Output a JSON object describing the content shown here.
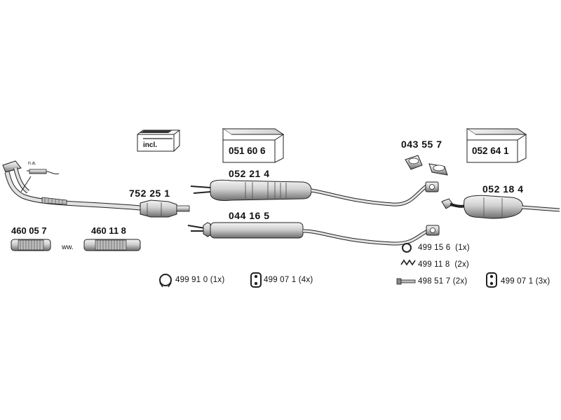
{
  "parts": {
    "front_pipe": {
      "note": "n.a."
    },
    "clamp_kit": {
      "label": "incl."
    },
    "catalytic": {
      "number": "752 25 1"
    },
    "flex_a": {
      "number": "460 05 7"
    },
    "flex_b": {
      "number": "460 11 8"
    },
    "ww": "ww.",
    "box_middle": {
      "number": "051 60 6"
    },
    "middle_silencer": {
      "number": "052 21 4"
    },
    "middle_pipe_alt": {
      "number": "044 16 5"
    },
    "connector": {
      "number": "043 55 7"
    },
    "box_rear": {
      "number": "052 64 1"
    },
    "rear_silencer": {
      "number": "052 18 4"
    }
  },
  "hardware": [
    {
      "number": "499 91 0",
      "qty": "(1x)",
      "icon": "clamp-ring-icon"
    },
    {
      "number": "499 07 1",
      "qty": "(4x)",
      "icon": "rubber-mount-icon"
    },
    {
      "number": "499 15 6",
      "qty": "(1x)",
      "icon": "ring-icon"
    },
    {
      "number": "499 11 8",
      "qty": "(2x)",
      "icon": "spring-icon"
    },
    {
      "number": "498 51 7",
      "qty": "(2x)",
      "icon": "bolt-icon"
    },
    {
      "number": "499 07 1",
      "qty": "(3x)",
      "icon": "rubber-mount-icon"
    }
  ]
}
